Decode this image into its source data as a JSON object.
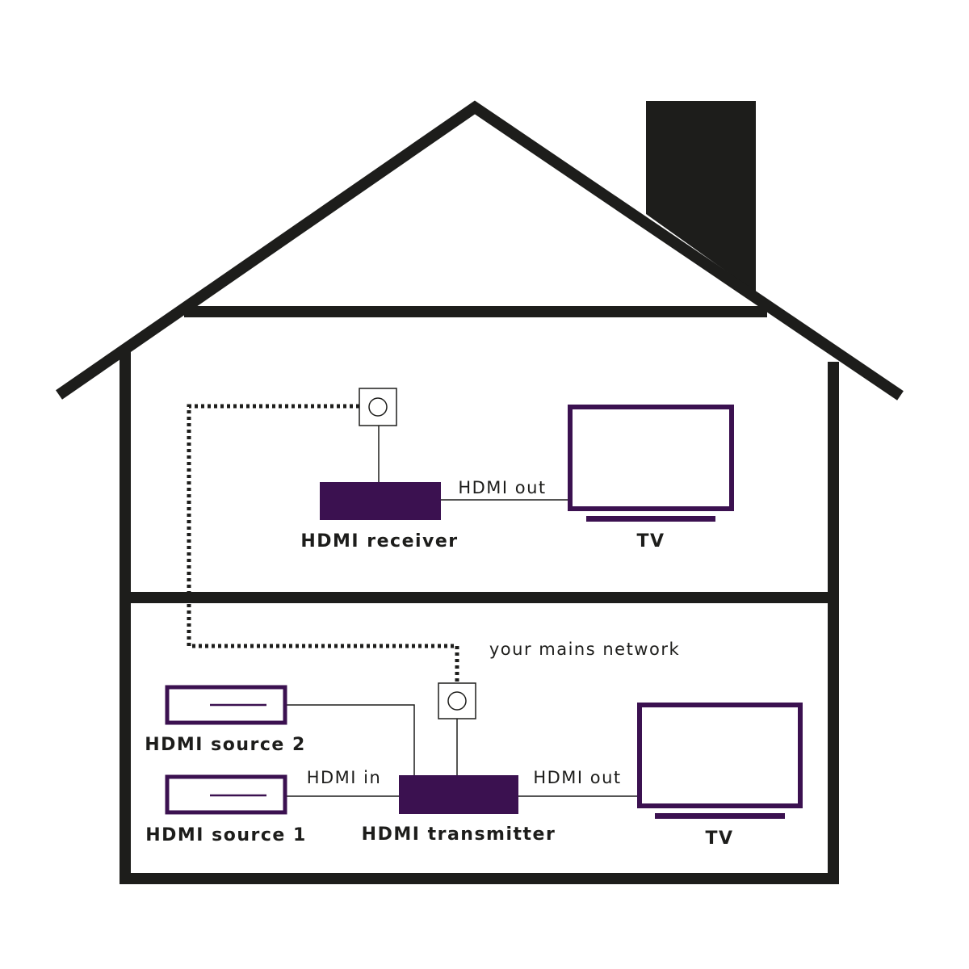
{
  "colors": {
    "outline": "#1d1d1b",
    "device": "#3b1150",
    "background": "#ffffff"
  },
  "icons": {
    "socket": "power-socket-icon",
    "tv": "tv-icon",
    "box": "set-top-box-icon"
  },
  "upstairs": {
    "receiver_label": "HDMI receiver",
    "hdmi_out_label": "HDMI out",
    "tv_label": "TV"
  },
  "network": {
    "label": "your mains network"
  },
  "downstairs": {
    "source2_label": "HDMI source 2",
    "source1_label": "HDMI source 1",
    "hdmi_in_label": "HDMI in",
    "transmitter_label": "HDMI transmitter",
    "hdmi_out_label": "HDMI out",
    "tv_label": "TV"
  }
}
